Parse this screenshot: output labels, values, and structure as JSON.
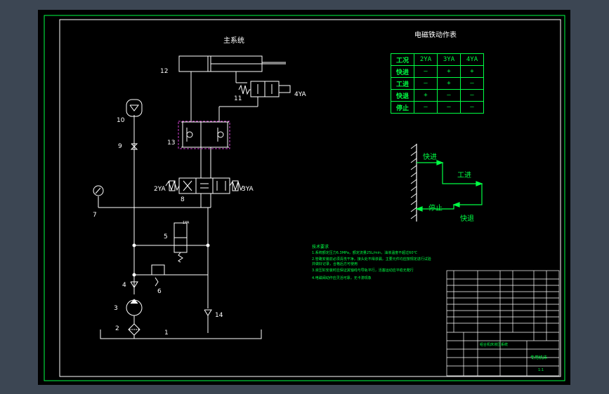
{
  "system_title": "主系统",
  "table_title": "电磁铁动作表",
  "solenoid_table": {
    "header": [
      "工况",
      "2YA",
      "3YA",
      "4YA"
    ],
    "rows": [
      [
        "快进",
        "—",
        "+",
        "+"
      ],
      [
        "工进",
        "—",
        "+",
        "—"
      ],
      [
        "快退",
        "+",
        "—",
        "—"
      ],
      [
        "停止",
        "—",
        "—",
        "—"
      ]
    ]
  },
  "motion_cycle": {
    "fast_forward": "快进",
    "work_feed": "工进",
    "fast_return": "快退",
    "stop": "停止"
  },
  "component_numbers": {
    "n1": "1",
    "n2": "2",
    "n3": "3",
    "n4": "4",
    "n5": "5",
    "n6": "6",
    "n7": "7",
    "n8": "8",
    "n9": "9",
    "n10": "10",
    "n11": "11",
    "n12": "12",
    "n13": "13",
    "n14": "14"
  },
  "solenoid_labels": {
    "s2": "2YA",
    "s3": "3YA",
    "s4": "4YA",
    "s1": "1YA"
  },
  "notes": {
    "heading": "技术要求",
    "line1": "1.系统额定压力6.3MPa，额定流量25L/min，油液温度不超过60℃",
    "line2": "2.管路安装前必须清洗干净，接头处不得渗漏，主要元件均应按规定进行试验",
    "line3": "并做好记录，合格后方可使用",
    "line4": "3.液压缸安装时应保证其轴线与导轨平行，活塞运动应平稳无爬行",
    "line5": "4.电磁阀动作应灵活可靠，无卡滞现象"
  },
  "title_block": {
    "drawing_name": "组合机床液压系统",
    "material": "专用机床",
    "scale": "1:1"
  }
}
